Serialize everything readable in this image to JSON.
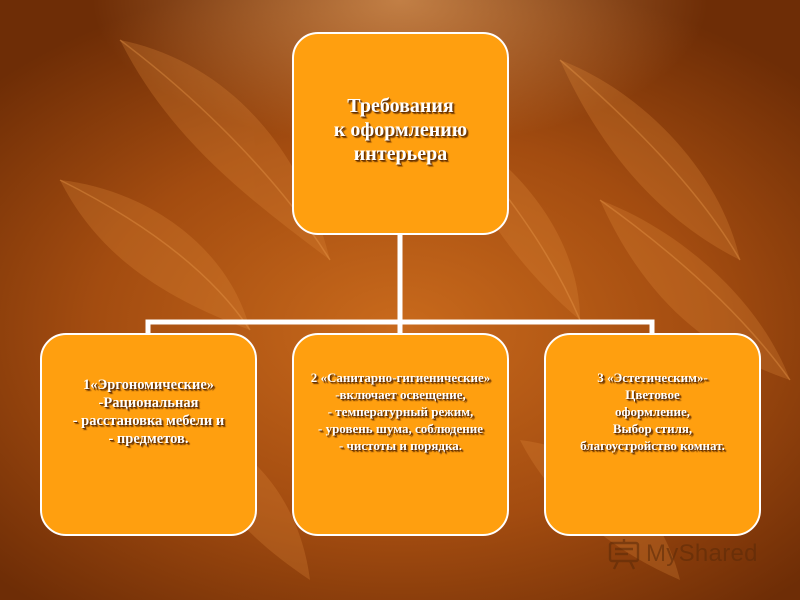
{
  "theme": {
    "node_fill": "#ff9f0f",
    "node_border": "#ffffff",
    "connector": "#ffffff",
    "background_center": "#c96a1c",
    "background_edge": "#6e2d06"
  },
  "root": {
    "lines": [
      "Требования",
      "к оформлению",
      "интерьера"
    ]
  },
  "children": [
    {
      "lines": [
        "1«Эргономические»",
        "-Рациональная",
        "- расстановка мебели и",
        "- предметов."
      ]
    },
    {
      "lines": [
        "2 «Санитарно-гигиенические»",
        "-включает освещение,",
        "- температурный режим,",
        "- уровень шума, соблюдение",
        "- чистоты и порядка."
      ]
    },
    {
      "lines": [
        "3 «Эстетическим»-",
        "Цветовое",
        "оформление,",
        "Выбор стиля,",
        "благоустройство комнат."
      ]
    }
  ],
  "watermark": {
    "icon": "presentation-board-icon",
    "text": "MyShared"
  }
}
